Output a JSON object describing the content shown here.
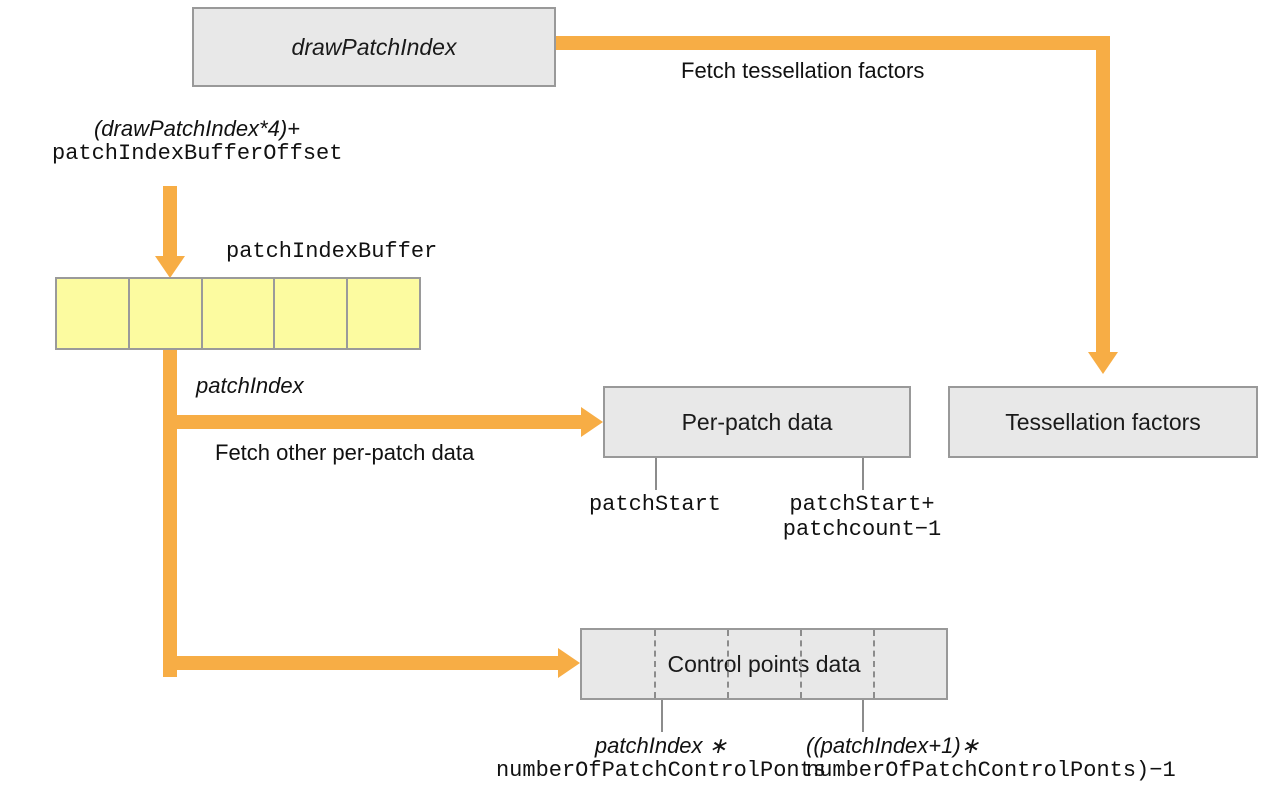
{
  "diagram": {
    "title_box": {
      "label": "drawPatchIndex"
    },
    "offset_label": {
      "line1": "(drawPatchIndex*4)+",
      "line2": "patchIndexBufferOffset"
    },
    "buffer": {
      "name": "patchIndexBuffer",
      "cell_count": 5,
      "fill_color": "#fcfba0",
      "border_color": "#9a9a9a",
      "highlighted_cell_index": 1
    },
    "edges": {
      "fetch_tessellation_factors": "Fetch tessellation factors",
      "patch_index": "patchIndex",
      "fetch_other_per_patch_data": "Fetch other per-patch data"
    },
    "boxes": {
      "per_patch_data": "Per-patch data",
      "tessellation_factors": "Tessellation factors",
      "control_points_data": "Control points data"
    },
    "per_patch_annotations": {
      "start": "patchStart",
      "end_line1": "patchStart+",
      "end_line2": "patchcount−1"
    },
    "control_points_annotations": {
      "start_line1": "patchIndex ∗",
      "start_line2": "numberOfPatchControlPonts",
      "end_line1": "((patchIndex+1)∗",
      "end_line2": "numberOfPatchControlPonts)−1"
    },
    "colors": {
      "accent": "#f7ad45",
      "box_fill": "#e8e8e8",
      "box_border": "#999999",
      "buffer_fill": "#fcfba0",
      "text": "#111111"
    }
  }
}
